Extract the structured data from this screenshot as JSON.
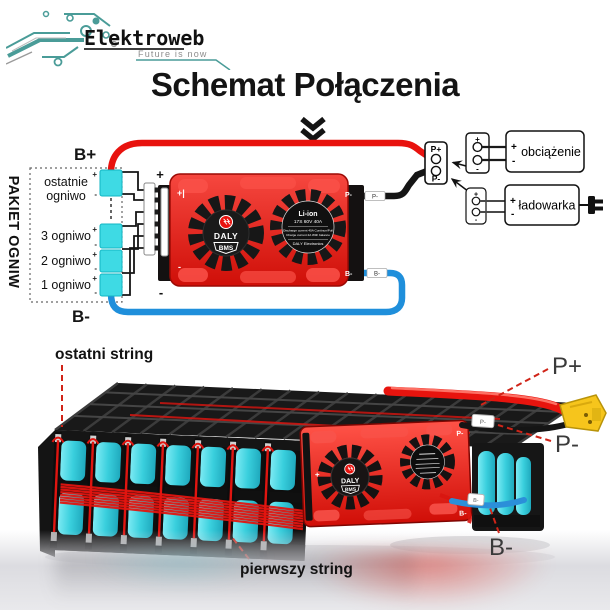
{
  "logo": {
    "brand": "Elektroweb",
    "tagline": "Future is now"
  },
  "title": "Schemat Połączenia",
  "schematic": {
    "pack_label": "PAKIET OGNIW",
    "b_plus": "B+",
    "b_minus": "B-",
    "plus": "+",
    "minus": "-",
    "cell_labels": [
      "ostatnie ogniwo",
      "3 ogniwo",
      "2 ogniwo",
      "1 ogniwo"
    ],
    "bms": {
      "outer_plus": "+",
      "outer_minus": "-",
      "pcb_plus": "+|",
      "pcb_minus": "-",
      "p_minus_port": "P-",
      "b_minus_port": "B-",
      "brand": "DALY",
      "badge": "BMS",
      "chemistry": "Li-ion",
      "rating": "17S 60V 40A",
      "spec_line1": "Discharge current 40A Continue/Pull",
      "spec_line2": "Charge current 2A With balance",
      "maker": "DALY Electronics"
    },
    "wire_tags": {
      "p_minus": "P-",
      "b_minus": "B-"
    },
    "terminal_box": {
      "p_plus": "P+",
      "p_minus": "P-"
    },
    "connector_a": {
      "plus": "+",
      "minus": "-"
    },
    "connector_b": {
      "plus": "+",
      "minus": "-"
    },
    "load": {
      "plus": "+",
      "minus": "-",
      "label": "obciążenie"
    },
    "charger": {
      "plus": "+",
      "minus": "-",
      "label": "ładowarka"
    }
  },
  "photo": {
    "last_string": "ostatni string",
    "first_string": "pierwszy string",
    "p_plus": "P+",
    "p_minus": "P-",
    "b_minus": "B-",
    "wire_tag_p": "P-",
    "wire_tag_b": "B-",
    "bms": {
      "brand": "DALY",
      "badge": "BMS",
      "p_minus": "P-",
      "b_minus": "B-",
      "plus": "+"
    }
  },
  "colors": {
    "wire_red": "#e8120e",
    "wire_blue": "#1f8fdb",
    "cell_cyan": "#3edae4",
    "bms_red": "#e31410",
    "logo_teal": "#4a9c98",
    "leader_red": "#d02418"
  }
}
